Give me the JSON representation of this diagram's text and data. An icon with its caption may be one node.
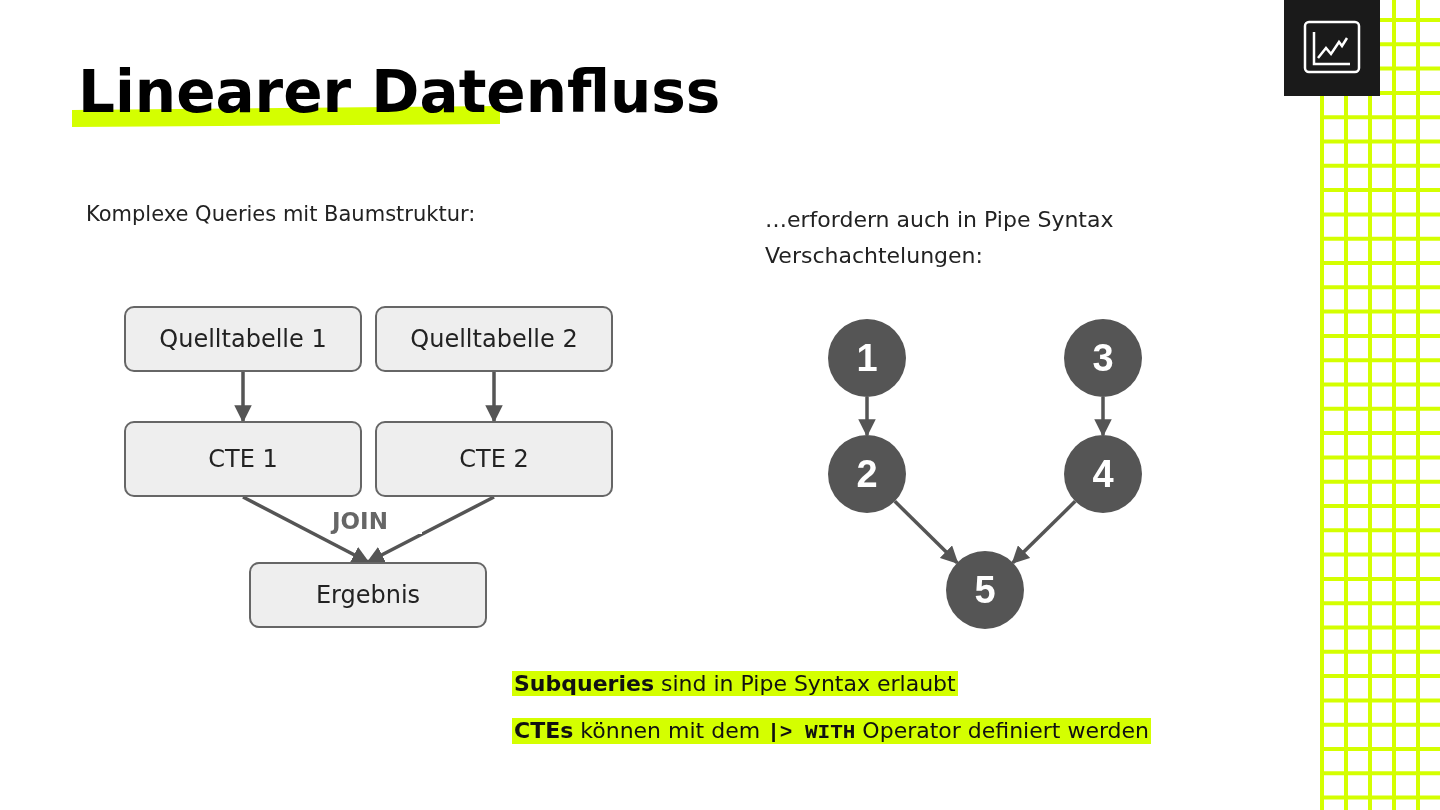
{
  "diagram": {
    "title": "Linearer Datenfluss",
    "nodes": [
      {
        "text": [
          "Quelltabelle 1"
        ]
      },
      {
        "text": [
          "Quelltabelle 2"
        ]
      },
      {
        "text": [
          "CTE 1"
        ]
      },
      {
        "text": [
          "CTE 2"
        ]
      },
      {
        "text": [
          "Ergebnis"
        ]
      },
      {
        "text": [
          "1"
        ]
      },
      {
        "text": [
          "3"
        ]
      },
      {
        "text": [
          "2"
        ]
      },
      {
        "text": [
          "4"
        ]
      },
      {
        "text": [
          "5"
        ]
      }
    ],
    "edges": [
      {
        "from": 0,
        "to": 2,
        "arrow": "to"
      },
      {
        "from": 1,
        "to": 3,
        "arrow": "to"
      },
      {
        "from": 2,
        "to": 4,
        "arrow": "to"
      },
      {
        "from": 3,
        "to": 4,
        "arrow": "to"
      },
      {
        "from": 5,
        "to": 7,
        "arrow": "to"
      },
      {
        "from": 6,
        "to": 8,
        "arrow": "to"
      },
      {
        "from": 7,
        "to": 9,
        "arrow": "to"
      },
      {
        "from": 8,
        "to": 9,
        "arrow": "to"
      }
    ],
    "labels": [
      "Komplexe Queries mit Baumstruktur:",
      "…erfordern auch in Pipe Syntax Verschachtelungen:",
      "JOIN",
      "**Subqueries** sind in Pipe Syntax erlaubt",
      "**CTEs** können mit dem **|> WITH** Operator definiert werden"
    ]
  }
}
